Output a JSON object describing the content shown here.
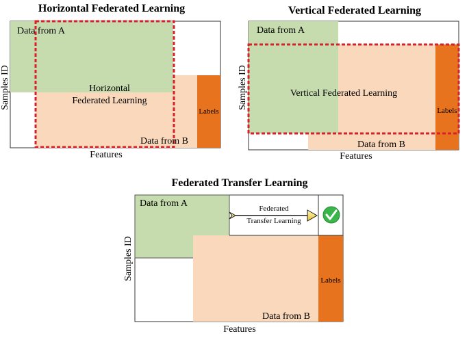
{
  "panel_horizontal": {
    "title": "Horizontal Federated Learning",
    "data_a": "Data from A",
    "data_b": "Data from B",
    "center_line1": "Horizontal",
    "center_line2": "Federated Learning",
    "labels": "Labels",
    "y_axis": "Samples ID",
    "x_axis": "Features"
  },
  "panel_vertical": {
    "title": "Vertical Federated Learning",
    "data_a": "Data from A",
    "data_b": "Data from B",
    "center": "Vertical Federated Learning",
    "labels": "Labels",
    "y_axis": "Samples ID",
    "x_axis": "Features"
  },
  "panel_transfer": {
    "title": "Federated Transfer Learning",
    "data_a": "Data from A",
    "data_b": "Data from B",
    "arrow_line1": "Federated",
    "arrow_line2": "Transfer Learning",
    "labels": "Labels",
    "check_icon": "check-circle-icon",
    "y_axis": "Samples ID",
    "x_axis": "Features"
  },
  "colors": {
    "data_a": "#c6dcae",
    "data_b": "#f9d8bc",
    "labels": "#e8731e",
    "dashed": "#d8202a",
    "check": "#39b54a"
  }
}
